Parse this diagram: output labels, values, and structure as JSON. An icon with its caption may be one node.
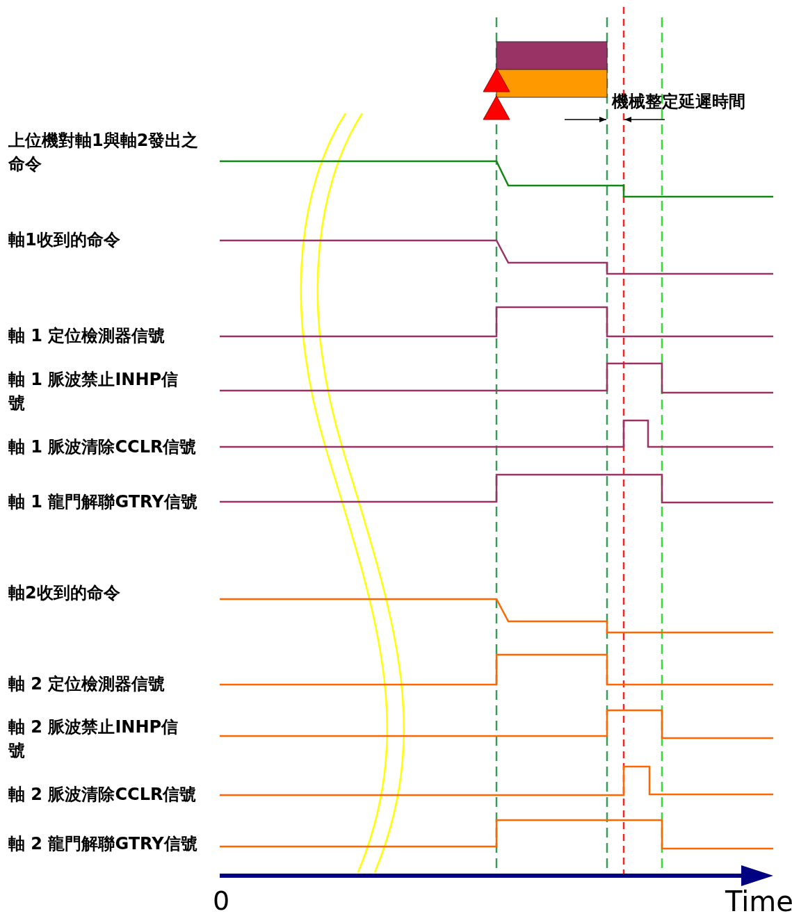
{
  "diagram": {
    "labels": [
      "上位機對軸1與軸2發出之命令",
      "軸1收到的命令",
      "軸 1 定位檢測器信號",
      "軸 1 脈波禁止INHP信號",
      "軸 1 脈波清除CCLR信號",
      "軸 1 龍門解聯GTRY信號",
      "軸2收到的命令",
      "軸 2 定位檢測器信號",
      "軸 2 脈波禁止INHP信號",
      "軸 2 脈波清除CCLR信號",
      "軸 2 龍門解聯GTRY信號",
      "機械整定延遲時間",
      "0",
      "Time"
    ]
  }
}
